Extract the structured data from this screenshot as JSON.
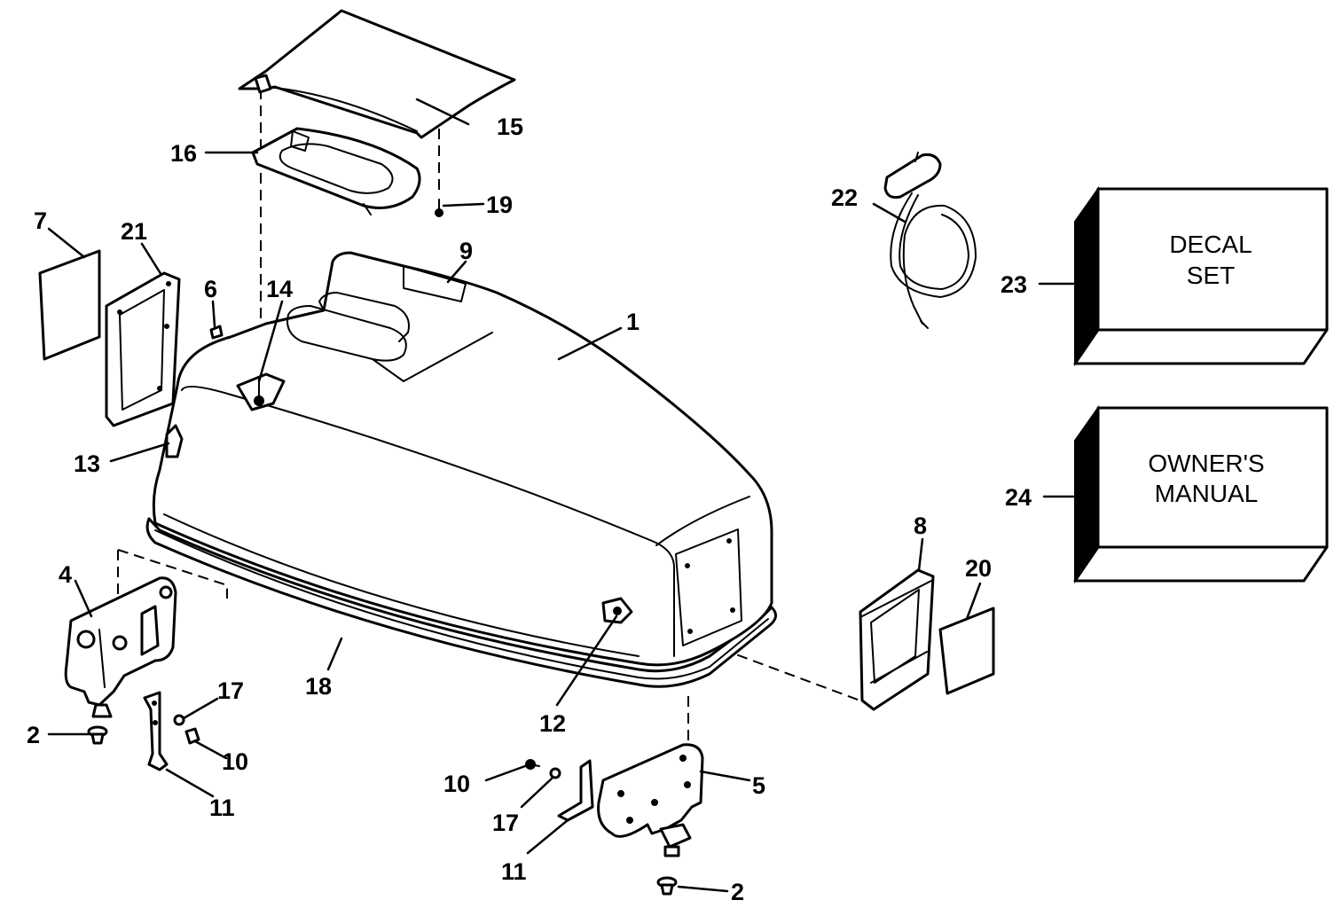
{
  "callouts": {
    "c1": "1",
    "c2a": "2",
    "c2b": "2",
    "c4": "4",
    "c5": "5",
    "c6": "6",
    "c7": "7",
    "c8": "8",
    "c9": "9",
    "c10a": "10",
    "c10b": "10",
    "c11a": "11",
    "c11b": "11",
    "c12": "12",
    "c13": "13",
    "c14": "14",
    "c15": "15",
    "c16": "16",
    "c17a": "17",
    "c17b": "17",
    "c18": "18",
    "c19": "19",
    "c20": "20",
    "c21": "21",
    "c22": "22",
    "c23": "23",
    "c24": "24"
  },
  "boxes": {
    "decal_set": {
      "line1": "DECAL",
      "line2": "SET"
    },
    "owners_manual": {
      "line1": "OWNER'S",
      "line2": "MANUAL"
    }
  }
}
